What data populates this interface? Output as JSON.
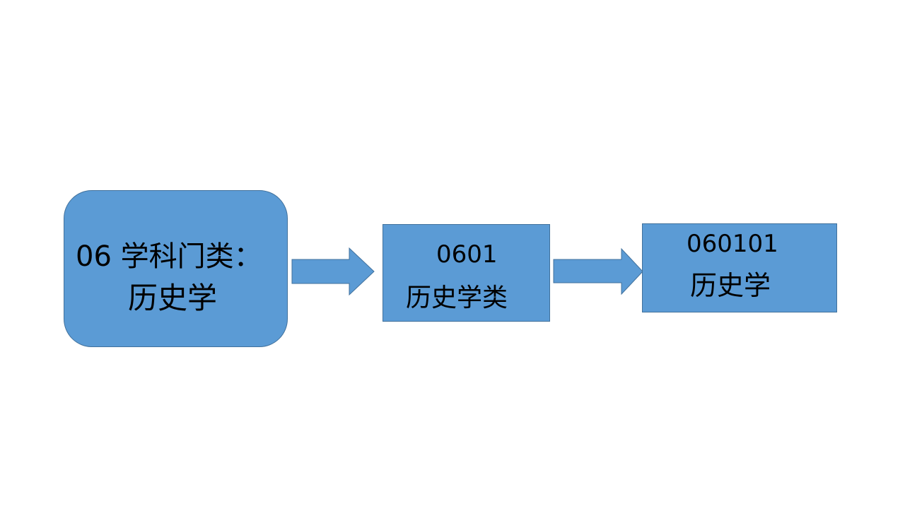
{
  "diagram": {
    "nodes": [
      {
        "id": "category",
        "lines": [
          "06 学科门类：",
          "历史学"
        ]
      },
      {
        "id": "class",
        "lines": [
          "0601",
          "历史学类"
        ]
      },
      {
        "id": "major",
        "lines": [
          "060101",
          "历史学"
        ]
      }
    ],
    "edges": [
      {
        "from": "category",
        "to": "class"
      },
      {
        "from": "class",
        "to": "major"
      }
    ],
    "colors": {
      "fill": "#5b9bd5",
      "stroke": "#41719c",
      "text": "#000000",
      "background": "#ffffff"
    }
  }
}
